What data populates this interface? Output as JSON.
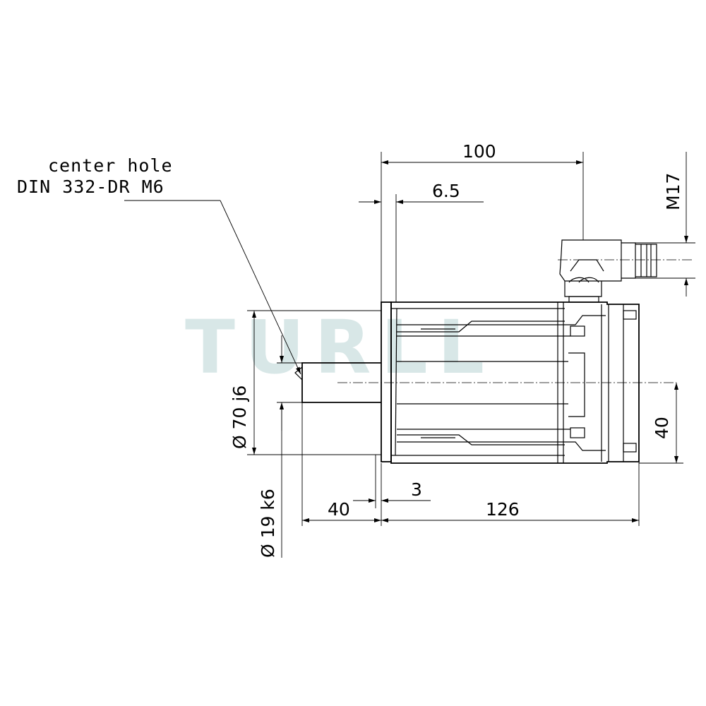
{
  "watermark": "TURLL",
  "note": {
    "line1": "center hole",
    "line2": "DIN 332-DR M6"
  },
  "dimensions": {
    "overall_length": "100",
    "flange_offset": "6.5",
    "connector_thread": "M17",
    "pilot_diameter": "Ø 70 j6",
    "shaft_diameter": "Ø 19 k6",
    "shaft_length": "40",
    "pilot_length": "3",
    "body_length": "126",
    "shaft_height": "40"
  }
}
